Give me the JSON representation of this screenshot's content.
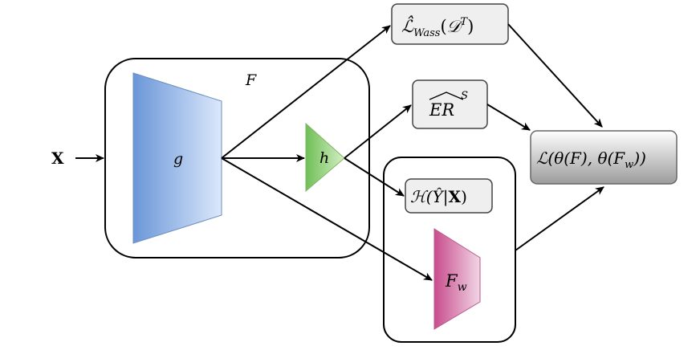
{
  "diagram": {
    "input_label": "X",
    "container_F_label": "F",
    "g_label": "g",
    "h_label": "h",
    "fw_label_main": "F",
    "fw_label_sub": "w",
    "wass_loss": {
      "main": "ℒ̂",
      "sub": "Wass",
      "arg_open": "(",
      "arg": "𝒟",
      "arg_sup": "T",
      "arg_close": ")"
    },
    "emp_risk": {
      "main": "ER",
      "sup": "S"
    },
    "entropy": {
      "text_prefix": "ℋ(",
      "y_hat": "Ŷ",
      "bar": "|",
      "x": "X",
      "text_suffix": ")"
    },
    "total_loss": {
      "text": "ℒ(θ(F), θ(F",
      "sub": "w",
      "text_end": "))"
    },
    "colors": {
      "g_fill_start": "#6a96d8",
      "g_fill_end": "#dce8fb",
      "h_fill_start": "#6fbf56",
      "h_fill_end": "#d4efc4",
      "fw_fill_start": "#c84c8c",
      "fw_fill_end": "#f1d6e6",
      "box_fill": "#efefef",
      "loss_fill_start": "#ffffff",
      "loss_fill_end": "#9c9c9c"
    }
  }
}
